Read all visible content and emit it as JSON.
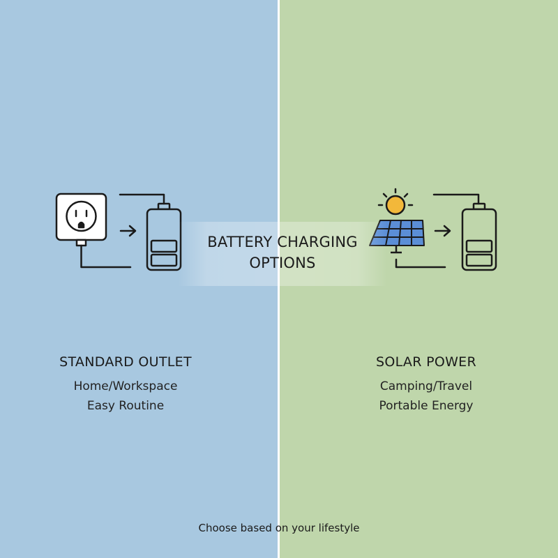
{
  "title": "BATTERY CHARGING\nOPTIONS",
  "colors": {
    "left_panel": "#a8c8e0",
    "right_panel": "#bfd6ab",
    "divider": "#ffffff",
    "line_art": "#1a1a1a",
    "sun": "#f2b83a",
    "solar_cell": "#5b8ed6"
  },
  "left": {
    "heading": "STANDARD OUTLET",
    "lines": [
      "Home/Workspace",
      "Easy Routine"
    ],
    "icons": [
      "wall-outlet-icon",
      "arrow-right-icon",
      "battery-icon"
    ]
  },
  "right": {
    "heading": "SOLAR POWER",
    "lines": [
      "Camping/Travel",
      "Portable Energy"
    ],
    "icons": [
      "sun-icon",
      "solar-panel-icon",
      "arrow-right-icon",
      "battery-icon"
    ]
  },
  "footer": "Choose based on your lifestyle"
}
